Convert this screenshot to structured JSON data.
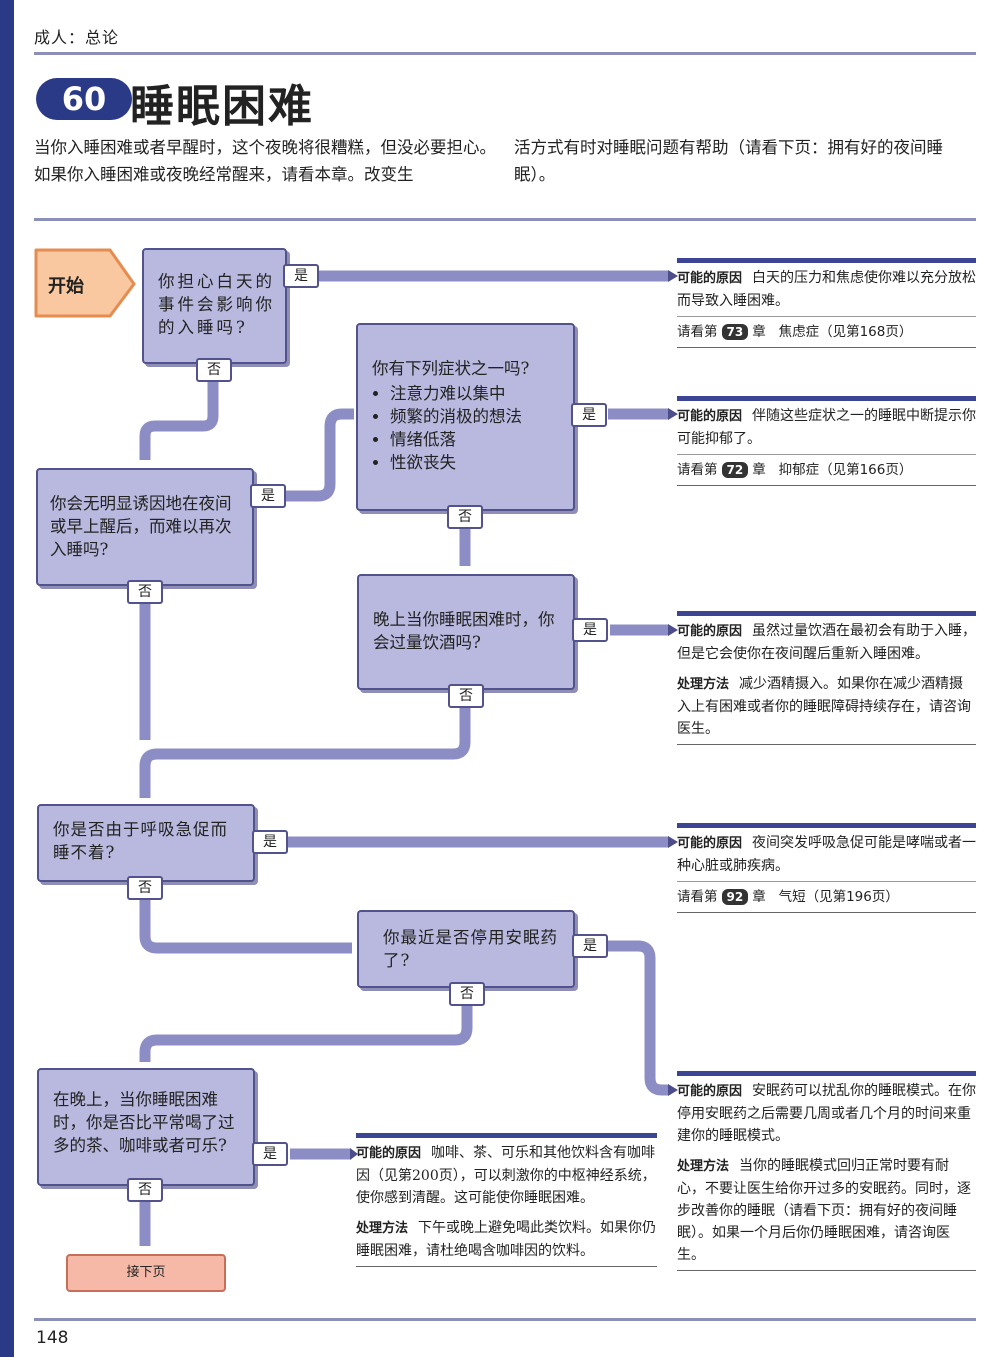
{
  "header": {
    "section": "成人：总论"
  },
  "chapter": {
    "number": "60",
    "title": "睡眠困难"
  },
  "intro": {
    "col1": "当你入睡困难或者早醒时，这个夜晚将很糟糕，但没必要担心。如果你入睡困难或夜晚经常醒来，请看本章。改变生",
    "col2": "活方式有时对睡眠问题有帮助（请看下页：拥有好的夜间睡眠）。"
  },
  "flow": {
    "start_label": "开始",
    "yes_label": "是",
    "no_label": "否",
    "q1": "你担心白天的事件会影响你的入睡吗?",
    "q2": "你会无明显诱因地在夜间或早上醒后，而难以再次入睡吗?",
    "q3": {
      "intro": "你有下列症状之一吗?",
      "items": [
        "注意力难以集中",
        "频繁的消极的想法",
        "情绪低落",
        "性欲丧失"
      ]
    },
    "q4": "晚上当你睡眠困难时，你会过量饮酒吗?",
    "q5": "你是否由于呼吸急促而睡不着?",
    "q6": "你最近是否停用安眠药了?",
    "q7": "在晚上，当你睡眠困难时，你是否比平常喝了过多的茶、咖啡或者可乐?",
    "next_page": "接下页"
  },
  "labels": {
    "cause": "可能的原因",
    "action": "处理方法",
    "see_prefix": "请看第",
    "see_suffix": "章"
  },
  "results": {
    "r1": {
      "cause": "白天的压力和焦虑使你难以充分放松而导致入睡困难。",
      "chapter": "73",
      "ref": "焦虑症（见第168页）"
    },
    "r2": {
      "cause": "伴随这些症状之一的睡眠中断提示你可能抑郁了。",
      "chapter": "72",
      "ref": "抑郁症（见第166页）"
    },
    "r3": {
      "cause": "虽然过量饮酒在最初会有助于入睡，但是它会使你在夜间醒后重新入睡困难。",
      "action": "减少酒精摄入。如果你在减少酒精摄入上有困难或者你的睡眠障碍持续存在，请咨询医生。"
    },
    "r4": {
      "cause": "夜间突发呼吸急促可能是哮喘或者一种心脏或肺疾病。",
      "chapter": "92",
      "ref": "气短（见第196页）"
    },
    "r5": {
      "cause": "安眠药可以扰乱你的睡眠模式。在你停用安眠药之后需要几周或者几个月的时间来重建你的睡眠模式。",
      "action": "当你的睡眠模式回归正常时要有耐心，不要让医生给你开过多的安眠药。同时，逐步改善你的睡眠（请看下页：拥有好的夜间睡眠）。如果一个月后你仍睡眠困难，请咨询医生。"
    },
    "r6": {
      "cause": "咖啡、茶、可乐和其他饮料含有咖啡因（见第200页），可以刺激你的中枢神经系统，使你感到清醒。这可能使你睡眠困难。",
      "action": "下午或晚上避免喝此类饮料。如果你仍睡眠困难，请杜绝喝含咖啡因的饮料。"
    }
  },
  "footer": {
    "page_number": "148"
  },
  "colors": {
    "accent": "#2b3a86",
    "box_fill": "#b9b9e0",
    "connector": "#8d8dc6",
    "start_fill": "#f9c8a0",
    "next_fill": "#f6b9a7"
  }
}
